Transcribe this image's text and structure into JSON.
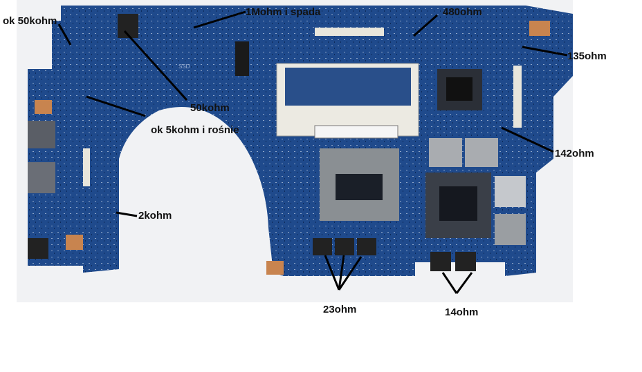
{
  "image": {
    "subject": "laptop-motherboard",
    "board_color": "#1f4a8c",
    "annotation_color": "#000000"
  },
  "annotations": [
    {
      "id": "1mohm",
      "text": "1Mohm i spada"
    },
    {
      "id": "480ohm",
      "text": "480ohm"
    },
    {
      "id": "135ohm",
      "text": "135ohm"
    },
    {
      "id": "142ohm",
      "text": "142ohm"
    },
    {
      "id": "ok50kohm",
      "text": "ok 50kohm"
    },
    {
      "id": "50kohm",
      "text": "50kohm"
    },
    {
      "id": "ok5kohm",
      "text": "ok 5kohm i rośnie"
    },
    {
      "id": "2kohm",
      "text": "2kohm"
    },
    {
      "id": "23ohm",
      "text": "23ohm"
    },
    {
      "id": "14ohm",
      "text": "14ohm"
    }
  ],
  "board_print": {
    "silkscreen": "SSD"
  }
}
